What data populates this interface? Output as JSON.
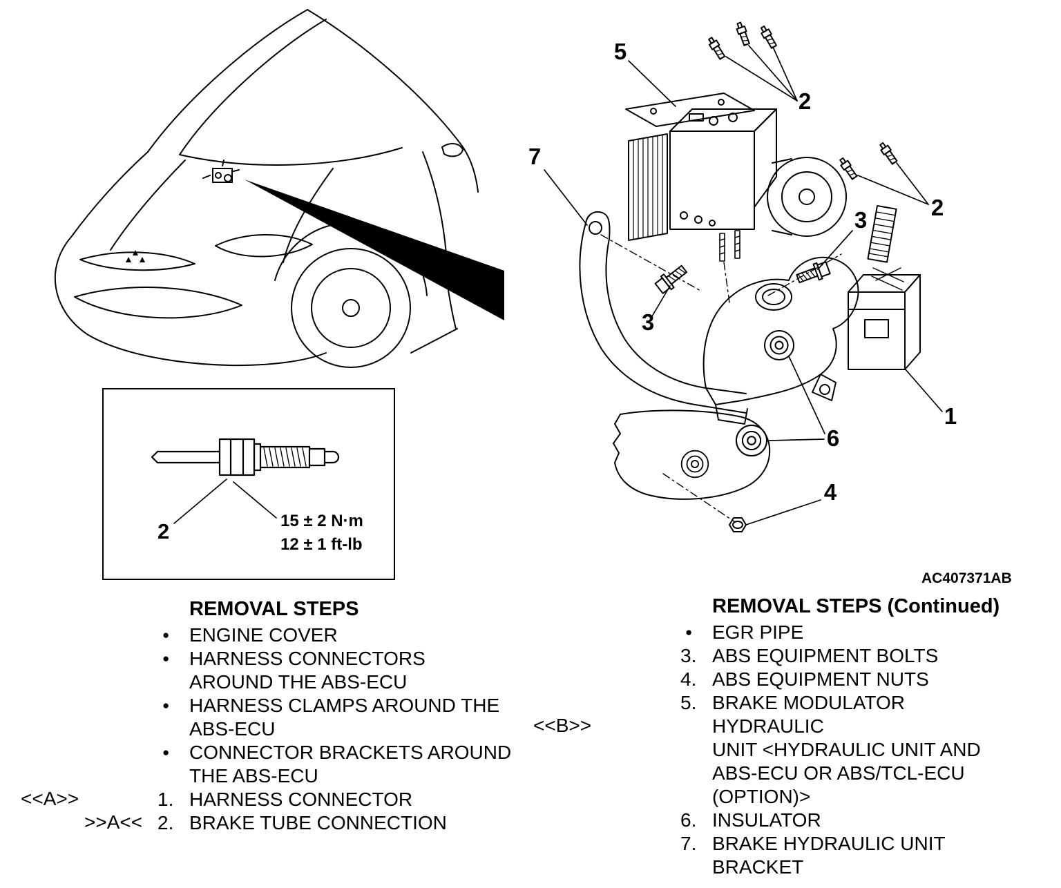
{
  "detail_box": {
    "label": "2",
    "torque_nm": "15 ± 2 N·m",
    "torque_ftlb": "12 ± 1 ft-lb"
  },
  "exploded": {
    "figure_code": "AC407371AB",
    "labels": {
      "l1": "1",
      "l2a": "2",
      "l2b": "2",
      "l3a": "3",
      "l3b": "3",
      "l4": "4",
      "l5": "5",
      "l6": "6",
      "l7": "7"
    }
  },
  "left_steps": {
    "title": "REMOVAL STEPS",
    "items": [
      {
        "prefix": "●",
        "marker": "",
        "text": "ENGINE COVER"
      },
      {
        "prefix": "●",
        "marker": "",
        "text": "HARNESS CONNECTORS\nAROUND THE ABS-ECU"
      },
      {
        "prefix": "●",
        "marker": "",
        "text": "HARNESS CLAMPS AROUND THE\nABS-ECU"
      },
      {
        "prefix": "●",
        "marker": "",
        "text": "CONNECTOR BRACKETS AROUND\nTHE ABS-ECU"
      },
      {
        "prefix": "1.",
        "marker": "<<A>>",
        "text": "HARNESS CONNECTOR"
      },
      {
        "prefix": "2.",
        "marker": ">>A<<",
        "text": "BRAKE TUBE CONNECTION"
      }
    ]
  },
  "right_steps": {
    "title": "REMOVAL STEPS (Continued)",
    "items": [
      {
        "prefix": "●",
        "marker": "",
        "text": "EGR PIPE"
      },
      {
        "prefix": "3.",
        "marker": "",
        "text": "ABS EQUIPMENT BOLTS"
      },
      {
        "prefix": "4.",
        "marker": "",
        "text": "ABS EQUIPMENT NUTS"
      },
      {
        "prefix": "5.",
        "marker": "<<B>>",
        "text": "BRAKE MODULATOR HYDRAULIC\nUNIT <HYDRAULIC UNIT AND\nABS-ECU OR ABS/TCL-ECU\n(OPTION)>"
      },
      {
        "prefix": "6.",
        "marker": "",
        "text": "INSULATOR"
      },
      {
        "prefix": "7.",
        "marker": "",
        "text": "BRAKE HYDRAULIC UNIT\nBRACKET"
      }
    ]
  }
}
